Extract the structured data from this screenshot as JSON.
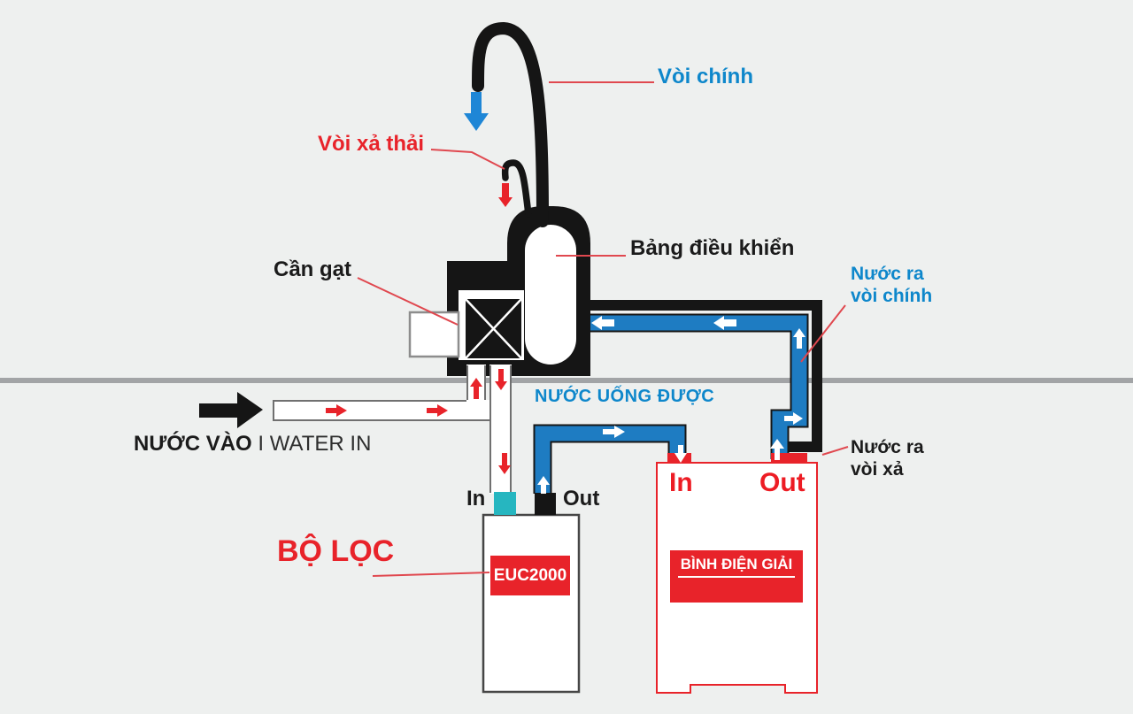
{
  "colors": {
    "background": "#eef0ef",
    "accent_blue": "#0e87cb",
    "pipe_blue": "#1e7cc2",
    "accent_red": "#e8232a",
    "teal_connector": "#26b6c0",
    "ink_black": "#151515",
    "counter_gray": "#a2a4a6",
    "leader_red": "#e0484f"
  },
  "labels": {
    "main_faucet": "Vòi chính",
    "waste_faucet": "Vòi xả thải",
    "lever": "Cần gạt",
    "control_panel": "Bảng điều khiển",
    "water_out_main_line1": "Nước ra",
    "water_out_main_line2": "vòi chính",
    "water_out_waste_line1": "Nước ra",
    "water_out_waste_line2": "vòi xả",
    "drinkable_water": "NƯỚC UỐNG ĐƯỢC",
    "water_in_primary": "NƯỚC VÀO",
    "water_in_secondary": "I WATER IN",
    "filter_title": "BỘ LỌC",
    "filter_model": "EUC2000",
    "filter_in": "In",
    "filter_out": "Out",
    "tank_name": "BÌNH ĐIỆN GIẢI",
    "tank_in": "In",
    "tank_out": "Out"
  },
  "icons": {
    "water_in_arrow": "black-right-arrow",
    "main_faucet_flow_arrow": "blue-down-arrow",
    "waste_faucet_flow_arrow": "red-down-arrow",
    "pipe_flow_arrows": "white-directional-arrows",
    "inlet_flow_arrows": "red-directional-arrows"
  }
}
